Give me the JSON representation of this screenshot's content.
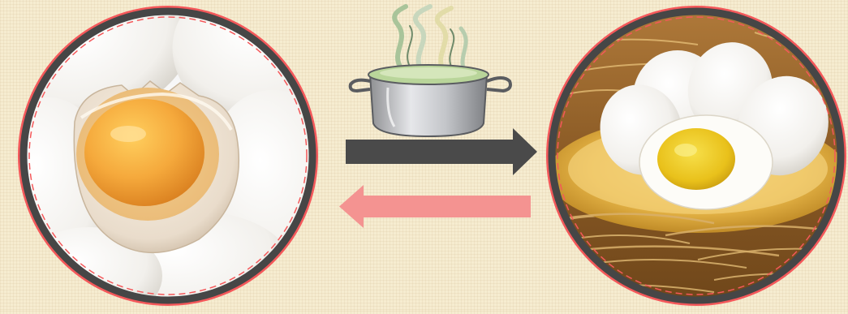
{
  "diagram": {
    "nodes": [
      {
        "id": "raw-egg",
        "icon": "raw-cracked-egg-image"
      },
      {
        "id": "boiled-egg",
        "icon": "boiled-eggs-on-plate-image"
      }
    ],
    "process": {
      "icon": "boiling-pot-icon"
    },
    "edges": [
      {
        "from": "raw-egg",
        "to": "boiled-egg",
        "color": "#4a4a4a"
      },
      {
        "from": "boiled-egg",
        "to": "raw-egg",
        "color": "#f49391"
      }
    ]
  },
  "colors": {
    "background": "#f6ecd0",
    "ring_outer": "#f4585a",
    "ring_inner": "#464646",
    "forward_arrow": "#4a4a4a",
    "reverse_arrow": "#f49391"
  }
}
